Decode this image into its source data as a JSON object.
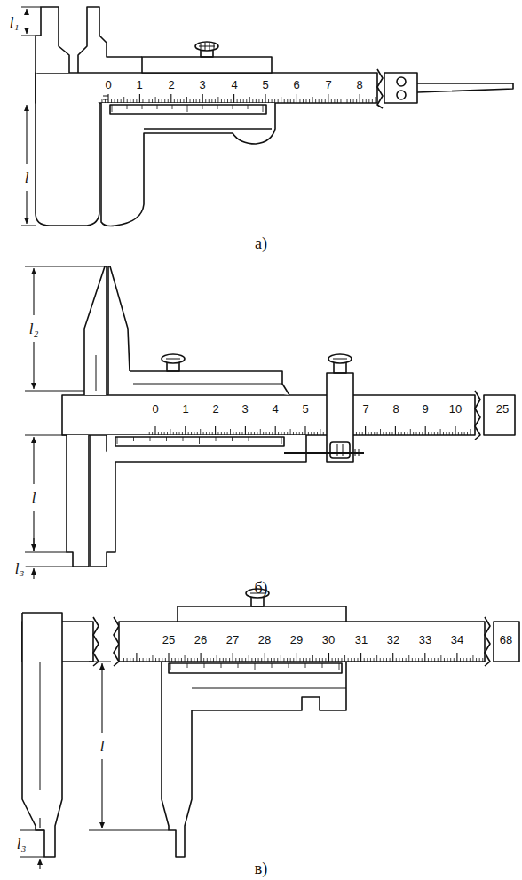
{
  "diagram": {
    "labels": [
      "l₁",
      "0",
      "1",
      "2",
      "3",
      "4",
      "5",
      "6",
      "7",
      "8",
      "l",
      "а)",
      "l₂",
      "0",
      "1",
      "2",
      "3",
      "4",
      "5",
      "7",
      "8",
      "9",
      "10",
      "25",
      "l",
      "l₃",
      "б)",
      "25",
      "26",
      "27",
      "28",
      "29",
      "30",
      "31",
      "32",
      "33",
      "34",
      "68",
      "l",
      "l₃",
      "в)"
    ]
  }
}
